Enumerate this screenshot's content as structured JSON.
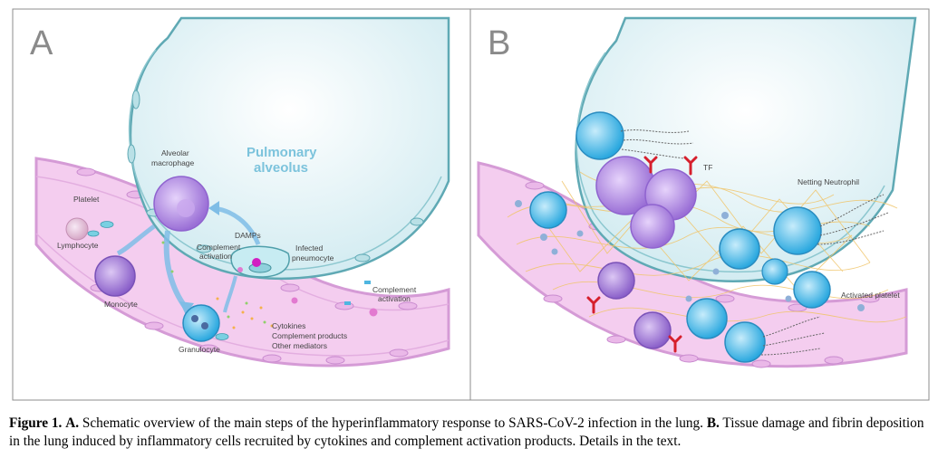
{
  "panel_a": {
    "letter": "A",
    "labels": {
      "alveolus_line1": "Pulmonary",
      "alveolus_line2": "alveolus",
      "macrophage_line1": "Alveolar",
      "macrophage_line2": "macrophage",
      "damps": "DAMPs",
      "complement_activation_line1": "Complement",
      "complement_activation_line2": "activation",
      "infected_line1": "Infected",
      "infected_line2": "pneumocyte",
      "platelet": "Platelet",
      "lymphocyte": "Lymphocyte",
      "monocyte": "Monocyte",
      "granulocyte": "Granulocyte",
      "complement_activation_right_line1": "Complement",
      "complement_activation_right_line2": "activation",
      "cytokines": "Cytokines",
      "complement_products": "Complement products",
      "other_mediators": "Other mediators"
    }
  },
  "panel_b": {
    "letter": "B",
    "labels": {
      "tf": "TF",
      "netting_neutrophil": "Netting Neutrophil",
      "activated_platelet": "Activated platelet"
    }
  },
  "caption": {
    "figure_label": "Figure 1.",
    "a_label": "A.",
    "a_text": " Schematic overview of the main steps of the hyperinflammatory response to SARS-CoV-2 infection in the lung. ",
    "b_label": "B.",
    "b_text": " Tissue damage and fibrin deposition in the lung induced by inflammatory cells recruited by cytokines and complement activation products. Details in the text."
  },
  "colors": {
    "vessel": "#f3c8ee",
    "vessel_wall": "#d79ad8",
    "alveolus": "#e2f3f5",
    "alveolus_wall": "#5fa9b4",
    "macrophage": "#b48be0",
    "fibrin": "#f2c66a",
    "neutrophil": "#3fb6e4",
    "tf": "#d61f2c"
  }
}
